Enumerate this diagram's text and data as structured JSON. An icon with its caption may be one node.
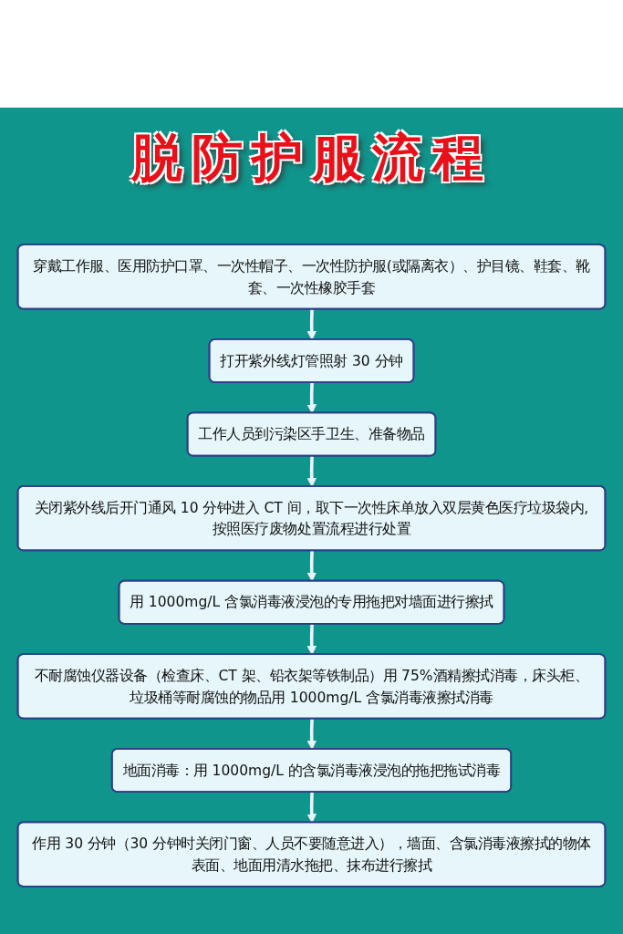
{
  "diagram": {
    "title": "脱防护服流程",
    "nodes": [
      {
        "text": [
          "穿戴工作服、医用防护口罩、一次性帽子、一次性防护服(或隔离衣）、护目镜、鞋套、靴套、一次性橡胶手套"
        ]
      },
      {
        "text": [
          "打开紫外线灯管照射 30 分钟"
        ]
      },
      {
        "text": [
          "工作人员到污染区手卫生、准备物品"
        ]
      },
      {
        "text": [
          "关闭紫外线后开门通风 10 分钟进入 CT 间，取下一次性床单放入双层黄色医疗垃圾袋内,按照医疗废物处置流程进行处置"
        ]
      },
      {
        "text": [
          "用 1000mg/L 含氯消毒液浸泡的专用拖把对墙面进行擦拭"
        ]
      },
      {
        "text": [
          "不耐腐蚀仪器设备（检查床、CT 架、铅衣架等铁制品）用 75%酒精擦拭消毒，床头柜、垃圾桶等耐腐蚀的物品用 1000mg/L 含氯消毒液擦拭消毒"
        ]
      },
      {
        "text": [
          "地面消毒：用 1000mg/L 的含氯消毒液浸泡的拖把拖试消毒"
        ]
      },
      {
        "text": [
          "作用 30 分钟（30 分钟时关闭门窗、人员不要随意进入），墙面、含氯消毒液擦拭的物体表面、地面用清水拖把、抹布进行擦拭"
        ]
      }
    ],
    "edges": [
      {
        "from": 0,
        "to": 1,
        "arrow": "to"
      },
      {
        "from": 1,
        "to": 2,
        "arrow": "to"
      },
      {
        "from": 2,
        "to": 3,
        "arrow": "to"
      },
      {
        "from": 3,
        "to": 4,
        "arrow": "to"
      },
      {
        "from": 4,
        "to": 5,
        "arrow": "to"
      },
      {
        "from": 5,
        "to": 6,
        "arrow": "to"
      },
      {
        "from": 6,
        "to": 7,
        "arrow": "to"
      }
    ]
  }
}
